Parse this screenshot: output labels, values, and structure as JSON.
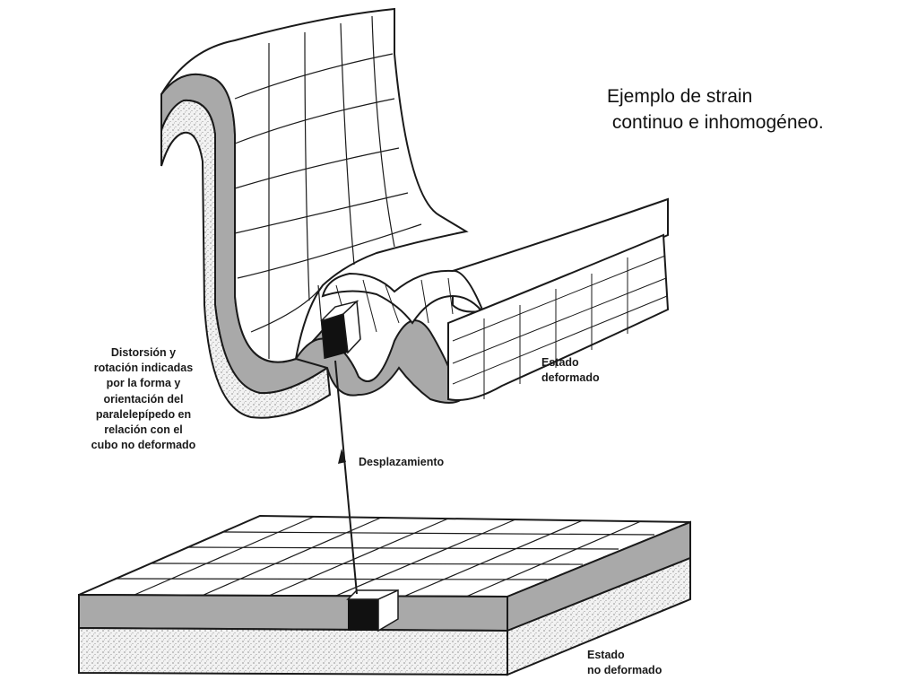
{
  "caption": {
    "line1": "Ejemplo de strain",
    "line2": " continuo e inhomogéneo."
  },
  "labels": {
    "distortion": [
      "Distorsión y",
      "rotación indicadas",
      "por la forma y",
      "orientación del",
      "paralelepípedo en",
      "relación con el",
      "cubo no deformado"
    ],
    "deformed": [
      "Estado",
      "deformado"
    ],
    "undeformed": [
      "Estado",
      "no deformado"
    ],
    "displacement": "Desplazamiento"
  },
  "colors": {
    "ink": "#1a1a1a",
    "shaded_layer": "#a9a9a9",
    "stippled_layer": "#ececec",
    "paper": "#ffffff"
  }
}
